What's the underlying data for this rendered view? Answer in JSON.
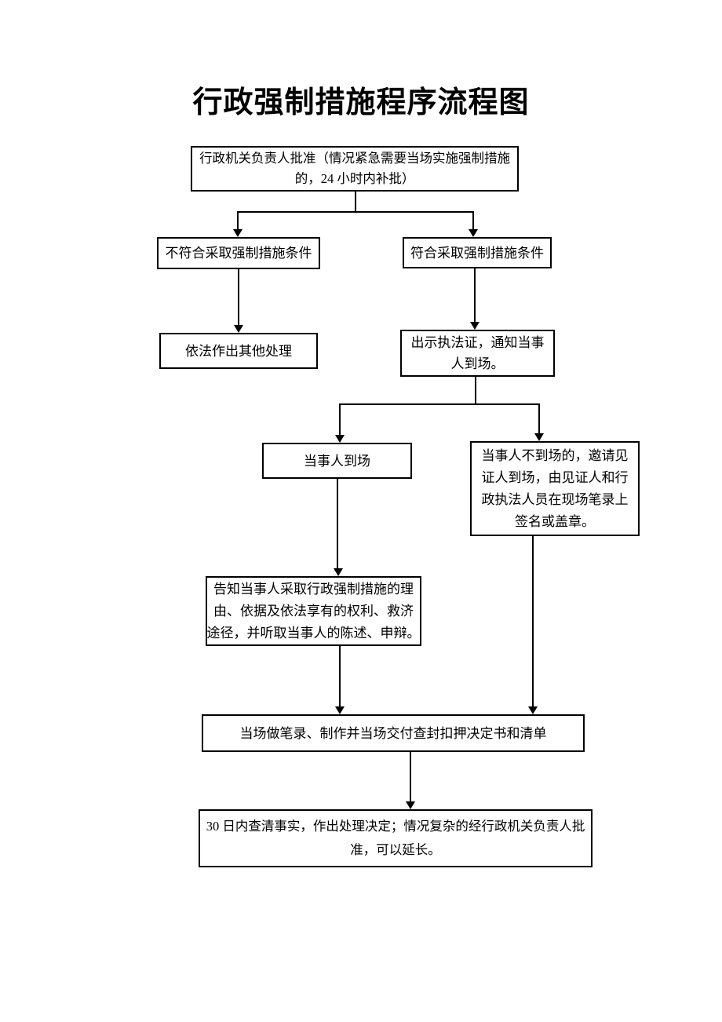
{
  "page": {
    "title": "行政强制措施程序流程图",
    "background_color": "#ffffff",
    "line_color": "#000000",
    "text_color": "#000000"
  },
  "flowchart": {
    "nodes": {
      "approval": {
        "text": "行政机关负责人批准（情况紧急需要当场实施强制措施的，24 小时内补批）",
        "lines": [
          "行政机关负责人批准（情况紧急需要当场实施强制措施",
          "的，24 小时内补批）"
        ]
      },
      "notMeet": {
        "text": "不符合采取强制措施条件",
        "lines": [
          "不符合采取强制措施条件"
        ]
      },
      "meet": {
        "text": "符合采取强制措施条件",
        "lines": [
          "符合采取强制措施条件"
        ]
      },
      "other": {
        "text": "依法作出其他处理",
        "lines": [
          "依法作出其他处理"
        ]
      },
      "showCert": {
        "text": "出示执法证，通知当事人到场。",
        "lines": [
          "出示执法证，通知当事",
          "人到场。"
        ]
      },
      "present": {
        "text": "当事人到场",
        "lines": [
          "当事人到场"
        ]
      },
      "absent": {
        "text": "当事人不到场的，邀请见证人到场，由见证人和行政执法人员在现场笔录上签名或盖章。",
        "lines": [
          "当事人不到场的，邀请见",
          "证人到场，由见证人和行",
          "政执法人员在现场笔录上",
          "签名或盖章。"
        ]
      },
      "inform": {
        "text": "告知当事人采取行政强制措施的理由、依据及依法享有的权利、救济途径，并听取当事人的陈述、申辩。",
        "lines": [
          "告知当事人采取行政强制措施的理",
          "由、依据及依法享有的权利、救济",
          "途径，并听取当事人的陈述、申辩。"
        ]
      },
      "record": {
        "text": "当场做笔录、制作并当场交付查封扣押决定书和清单",
        "lines": [
          "当场做笔录、制作并当场交付查封扣押决定书和清单"
        ]
      },
      "decision": {
        "text": "30 日内查清事实，作出处理决定；情况复杂的经行政机关负责人批准，可以延长。",
        "lines": [
          "30 日内查清事实，作出处理决定；情况复杂的经行政机关负责人批",
          "准，可以延长。"
        ]
      }
    }
  }
}
